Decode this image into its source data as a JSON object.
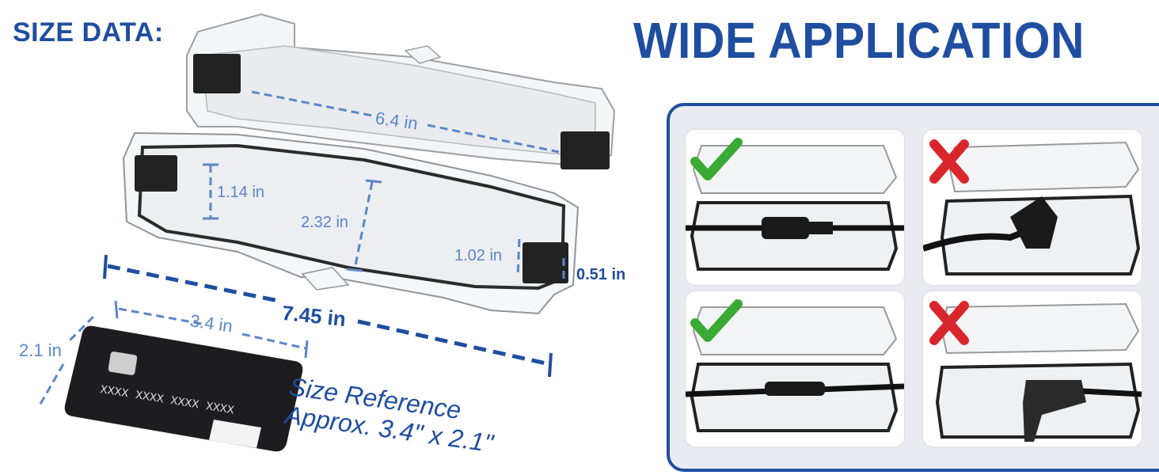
{
  "header": {
    "size_title": "SIZE DATA:",
    "wide_title": "WIDE APPLICATION"
  },
  "dimensions": {
    "inner_length": "6.4 in",
    "inner_height": "1.14 in",
    "inner_width": "2.32 in",
    "slot_height": "1.02 in",
    "slot_width": "0.51 in",
    "total_length": "7.45 in",
    "card_width": "3.4 in",
    "card_height": "2.1 in"
  },
  "card": {
    "number": "XXXX XXXX XXXX XXXX"
  },
  "reference": {
    "line1": "Size Reference",
    "line2": "Approx. 3.4\" x 2.1\""
  },
  "application": {
    "cells": [
      {
        "status": "check",
        "color": "#3aaa35"
      },
      {
        "status": "cross",
        "color": "#d9262c"
      },
      {
        "status": "check",
        "color": "#3aaa35"
      },
      {
        "status": "cross",
        "color": "#d9262c"
      }
    ]
  }
}
